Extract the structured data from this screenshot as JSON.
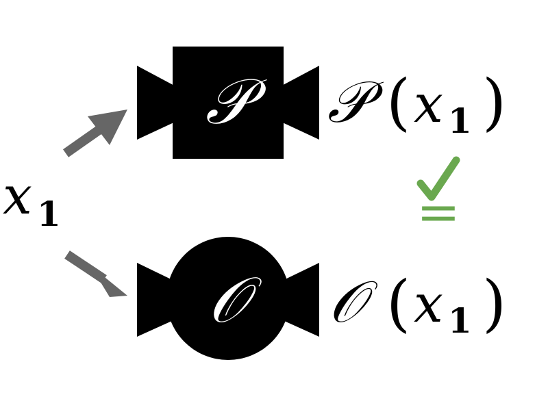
{
  "input": {
    "var": "x",
    "sub": "1"
  },
  "program": {
    "symbol": "𝒫",
    "output_symbol": "𝒫",
    "open_paren": "(",
    "close_paren": ")",
    "arg_var": "x",
    "arg_sub": "1"
  },
  "oracle": {
    "symbol": "𝒪",
    "output_symbol": "𝒪",
    "open_paren": "(",
    "close_paren": ")",
    "arg_var": "x",
    "arg_sub": "1"
  },
  "comparison": {
    "check": "✓",
    "relation": "=",
    "check_color": "#6aa84f"
  },
  "colors": {
    "arrow": "#666666",
    "node": "#000000",
    "node_label": "#ffffff",
    "text": "#000000"
  }
}
